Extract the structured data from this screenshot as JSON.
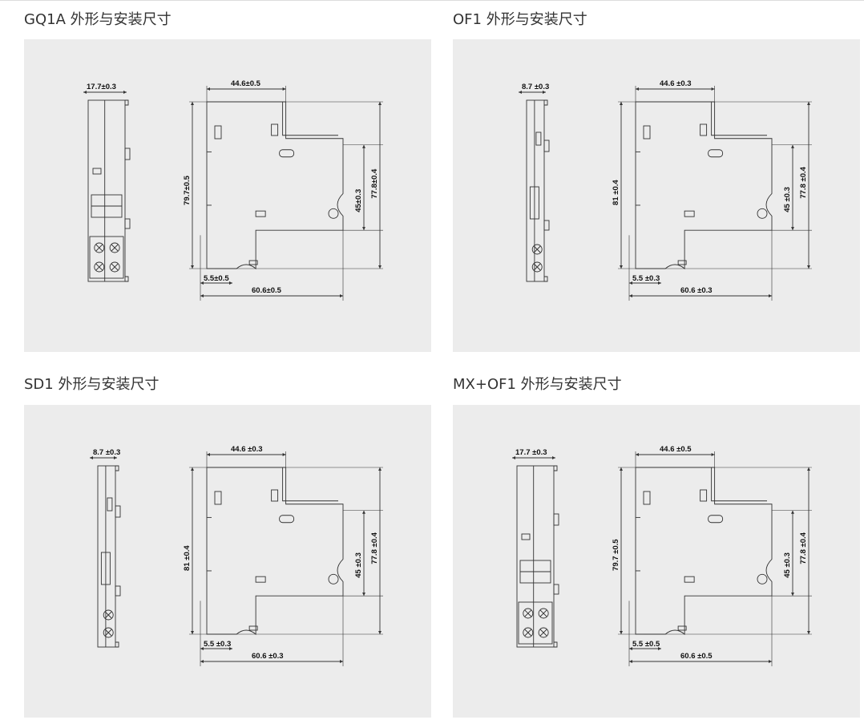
{
  "colors": {
    "background": "#ececec",
    "line": "#333333",
    "title": "#333333"
  },
  "panels": [
    {
      "title": "GQ1A 外形与安装尺寸",
      "variant": "gq1a",
      "dims": {
        "width": "17.7±0.3",
        "top": "44.6±0.5",
        "height": "79.7±0.5",
        "inner": "45±0.3",
        "outer": "77.8±0.4",
        "base": "60.6±0.5",
        "offset": "5.5±0.5"
      }
    },
    {
      "title": "OF1 外形与安装尺寸",
      "variant": "of1",
      "dims": {
        "width": "8.7 ±0.3",
        "top": "44.6 ±0.3",
        "height": "81 ±0.4",
        "inner": "45 ±0.3",
        "outer": "77.8 ±0.4",
        "base": "60.6 ±0.3",
        "offset": "5.5 ±0.3"
      }
    },
    {
      "title": "SD1 外形与安装尺寸",
      "variant": "sd1",
      "dims": {
        "width": "8.7 ±0.3",
        "top": "44.6 ±0.3",
        "height": "81 ±0.4",
        "inner": "45 ±0.3",
        "outer": "77.8 ±0.4",
        "base": "60.6 ±0.3",
        "offset": "5.5 ±0.3"
      }
    },
    {
      "title": "MX+OF1 外形与安装尺寸",
      "variant": "mxof1",
      "dims": {
        "width": "17.7 ±0.3",
        "top": "44.6 ±0.5",
        "height": "79.7 ±0.5",
        "inner": "45 ±0.3",
        "outer": "77.8 ±0.4",
        "base": "60.6 ±0.5",
        "offset": "5.5 ±0.5"
      }
    }
  ]
}
